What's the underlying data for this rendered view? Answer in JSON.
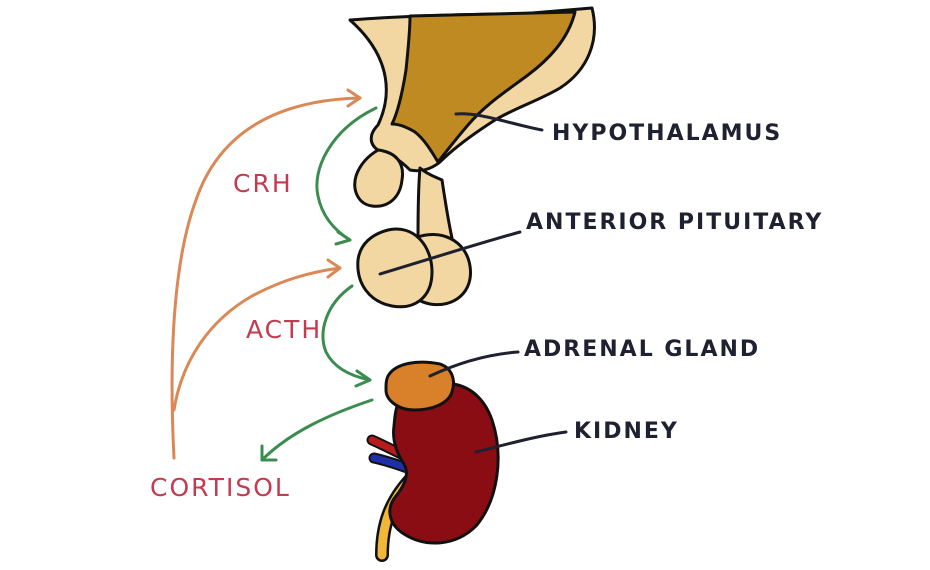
{
  "labels": {
    "hypothalamus": "HYPOTHALAMUS",
    "anterior_pituitary": "ANTERIOR PITUITARY",
    "adrenal_gland": "ADRENAL GLAND",
    "kidney": "KIDNEY"
  },
  "hormones": {
    "crh": "CRH",
    "acth": "ACTH",
    "cortisol": "CORTISOL"
  },
  "colors": {
    "hypothalamus": "#c08a22",
    "pituitary": "#f2d7a3",
    "adrenal": "#d9802a",
    "kidney": "#8b0d14",
    "artery": "#b71c1c",
    "vein": "#1e2fa8",
    "ureter": "#f0b73a",
    "hormone_text": "#c43a4e",
    "stimulate_arrow": "#3c8c50",
    "feedback_arrow": "#d98856",
    "leader_line": "#1f2030"
  }
}
